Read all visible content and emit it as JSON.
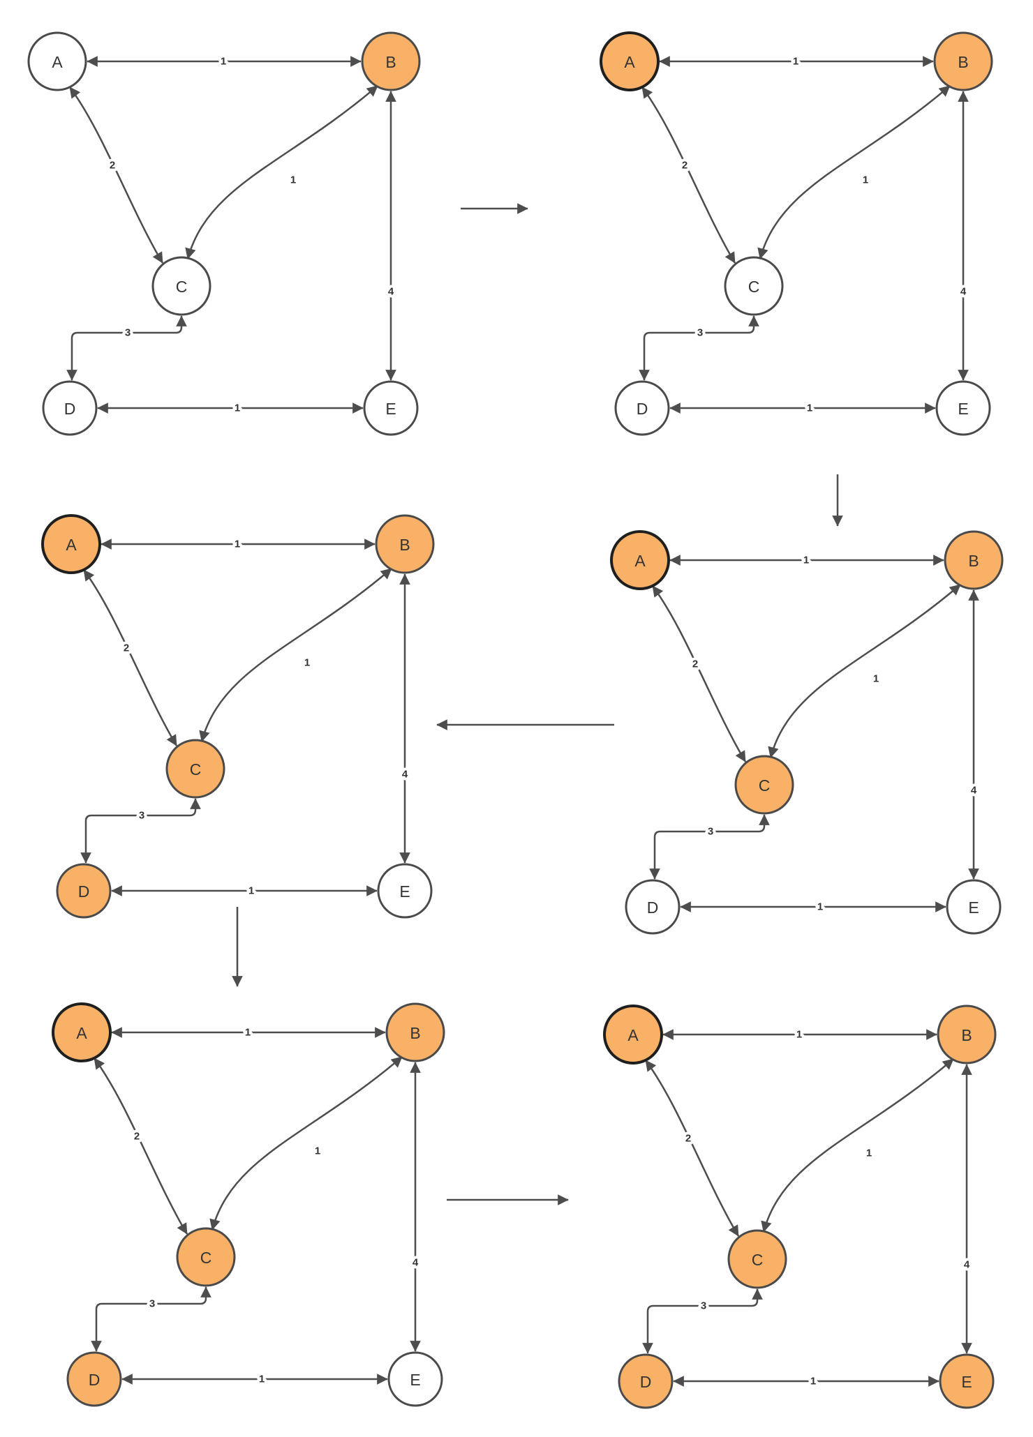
{
  "diagram": {
    "type": "weighted-graph-traversal-sequence",
    "nodes": [
      "A",
      "B",
      "C",
      "D",
      "E"
    ],
    "edges": [
      {
        "from": "A",
        "to": "B",
        "weight": "1",
        "bidirectional": true
      },
      {
        "from": "A",
        "to": "C",
        "weight": "2",
        "bidirectional": true
      },
      {
        "from": "C",
        "to": "B",
        "weight": "1",
        "bidirectional": true
      },
      {
        "from": "B",
        "to": "E",
        "weight": "4",
        "bidirectional": true
      },
      {
        "from": "C",
        "to": "D",
        "weight": "3",
        "bidirectional": true
      },
      {
        "from": "D",
        "to": "E",
        "weight": "1",
        "bidirectional": true
      }
    ],
    "panels": [
      {
        "step": 1,
        "position": "top-left",
        "highlighted": [
          "B"
        ],
        "emphasized": []
      },
      {
        "step": 2,
        "position": "top-right",
        "highlighted": [
          "A",
          "B"
        ],
        "emphasized": [
          "A"
        ]
      },
      {
        "step": 3,
        "position": "middle-right",
        "highlighted": [
          "A",
          "B",
          "C"
        ],
        "emphasized": [
          "A"
        ]
      },
      {
        "step": 4,
        "position": "middle-left",
        "highlighted": [
          "A",
          "B",
          "C",
          "D"
        ],
        "emphasized": [
          "A"
        ]
      },
      {
        "step": 5,
        "position": "bottom-left",
        "highlighted": [
          "A",
          "B",
          "C",
          "D"
        ],
        "emphasized": [
          "A"
        ]
      },
      {
        "step": 6,
        "position": "bottom-right",
        "highlighted": [
          "A",
          "B",
          "C",
          "D",
          "E"
        ],
        "emphasized": [
          "A"
        ]
      }
    ],
    "transitions": [
      {
        "from_step": 1,
        "to_step": 2,
        "direction": "right"
      },
      {
        "from_step": 2,
        "to_step": 3,
        "direction": "down"
      },
      {
        "from_step": 3,
        "to_step": 4,
        "direction": "left"
      },
      {
        "from_step": 4,
        "to_step": 5,
        "direction": "down"
      },
      {
        "from_step": 5,
        "to_step": 6,
        "direction": "right"
      }
    ],
    "colors": {
      "highlight_fill": "#F8B166",
      "default_fill": "#FFFFFF",
      "node_border": "#4A4A4A",
      "emphasized_border": "#1F1F1F",
      "edge": "#4D4D4D",
      "label": "#333333",
      "background": "#FFFFFF"
    }
  }
}
